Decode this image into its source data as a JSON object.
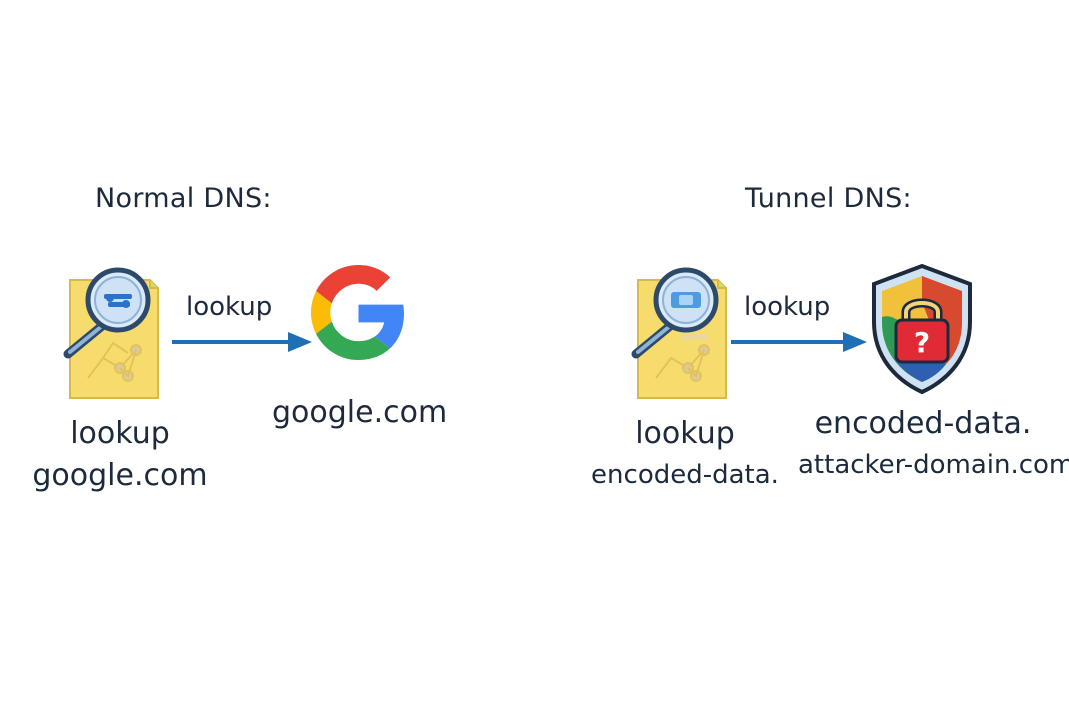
{
  "normal": {
    "heading": "Normal DNS:",
    "arrow_label": "lookup",
    "source_line1": "lookup",
    "source_line2": "google.com",
    "target_label": "google.com",
    "target_icon": "google-logo-icon"
  },
  "tunnel": {
    "heading": "Tunnel DNS:",
    "arrow_label": "lookup",
    "source_line1": "lookup",
    "source_line2": "encoded-data.",
    "target_line1": "encoded-data.",
    "target_line2": "attacker-domain.com",
    "target_icon": "shield-lock-question-icon"
  },
  "colors": {
    "arrow": "#1f6fb5",
    "text": "#1c2a3c",
    "document": "#f6dc6c",
    "google_blue": "#4285F4",
    "google_red": "#EA4335",
    "google_yellow": "#FBBC05",
    "google_green": "#34A853",
    "lock_red": "#e02a36"
  }
}
